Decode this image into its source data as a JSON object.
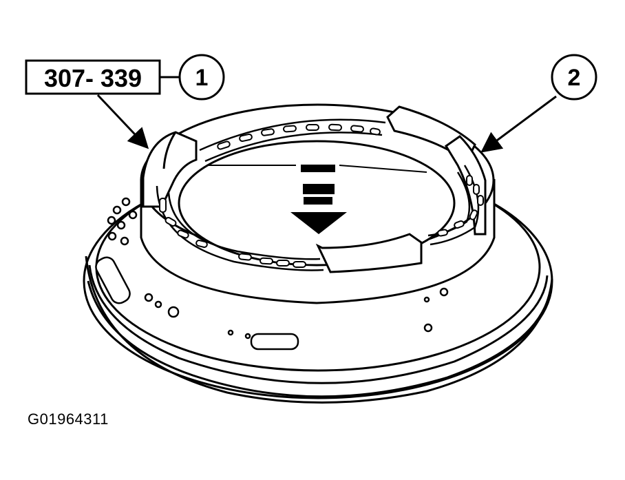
{
  "tool_number": "307- 339",
  "callouts": [
    {
      "label": "1"
    },
    {
      "label": "2"
    }
  ],
  "figure_id": "G01964311",
  "line_color": "#000000",
  "background_color": "#ffffff"
}
